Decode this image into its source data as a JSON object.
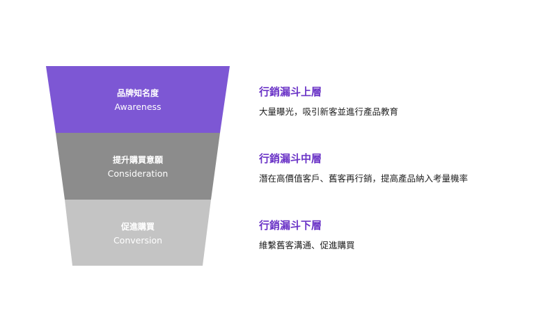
{
  "colors": {
    "top": "#7d57d4",
    "middle": "#8c8c8c",
    "bottom": "#c4c4c4",
    "title_accent": "#6b34c7"
  },
  "stages": [
    {
      "name_zh": "品牌知名度",
      "name_en": "Awareness",
      "title": "行銷漏斗上層",
      "description": "大量曝光，吸引新客並進行產品教育"
    },
    {
      "name_zh": "提升購買意願",
      "name_en": "Consideration",
      "title": "行銷漏斗中層",
      "description": "潛在高價值客戶、舊客再行銷，提高產品納入考量機率"
    },
    {
      "name_zh": "促進購買",
      "name_en": "Conversion",
      "title": "行銷漏斗下層",
      "description": "維繫舊客溝通、促進購買"
    }
  ]
}
